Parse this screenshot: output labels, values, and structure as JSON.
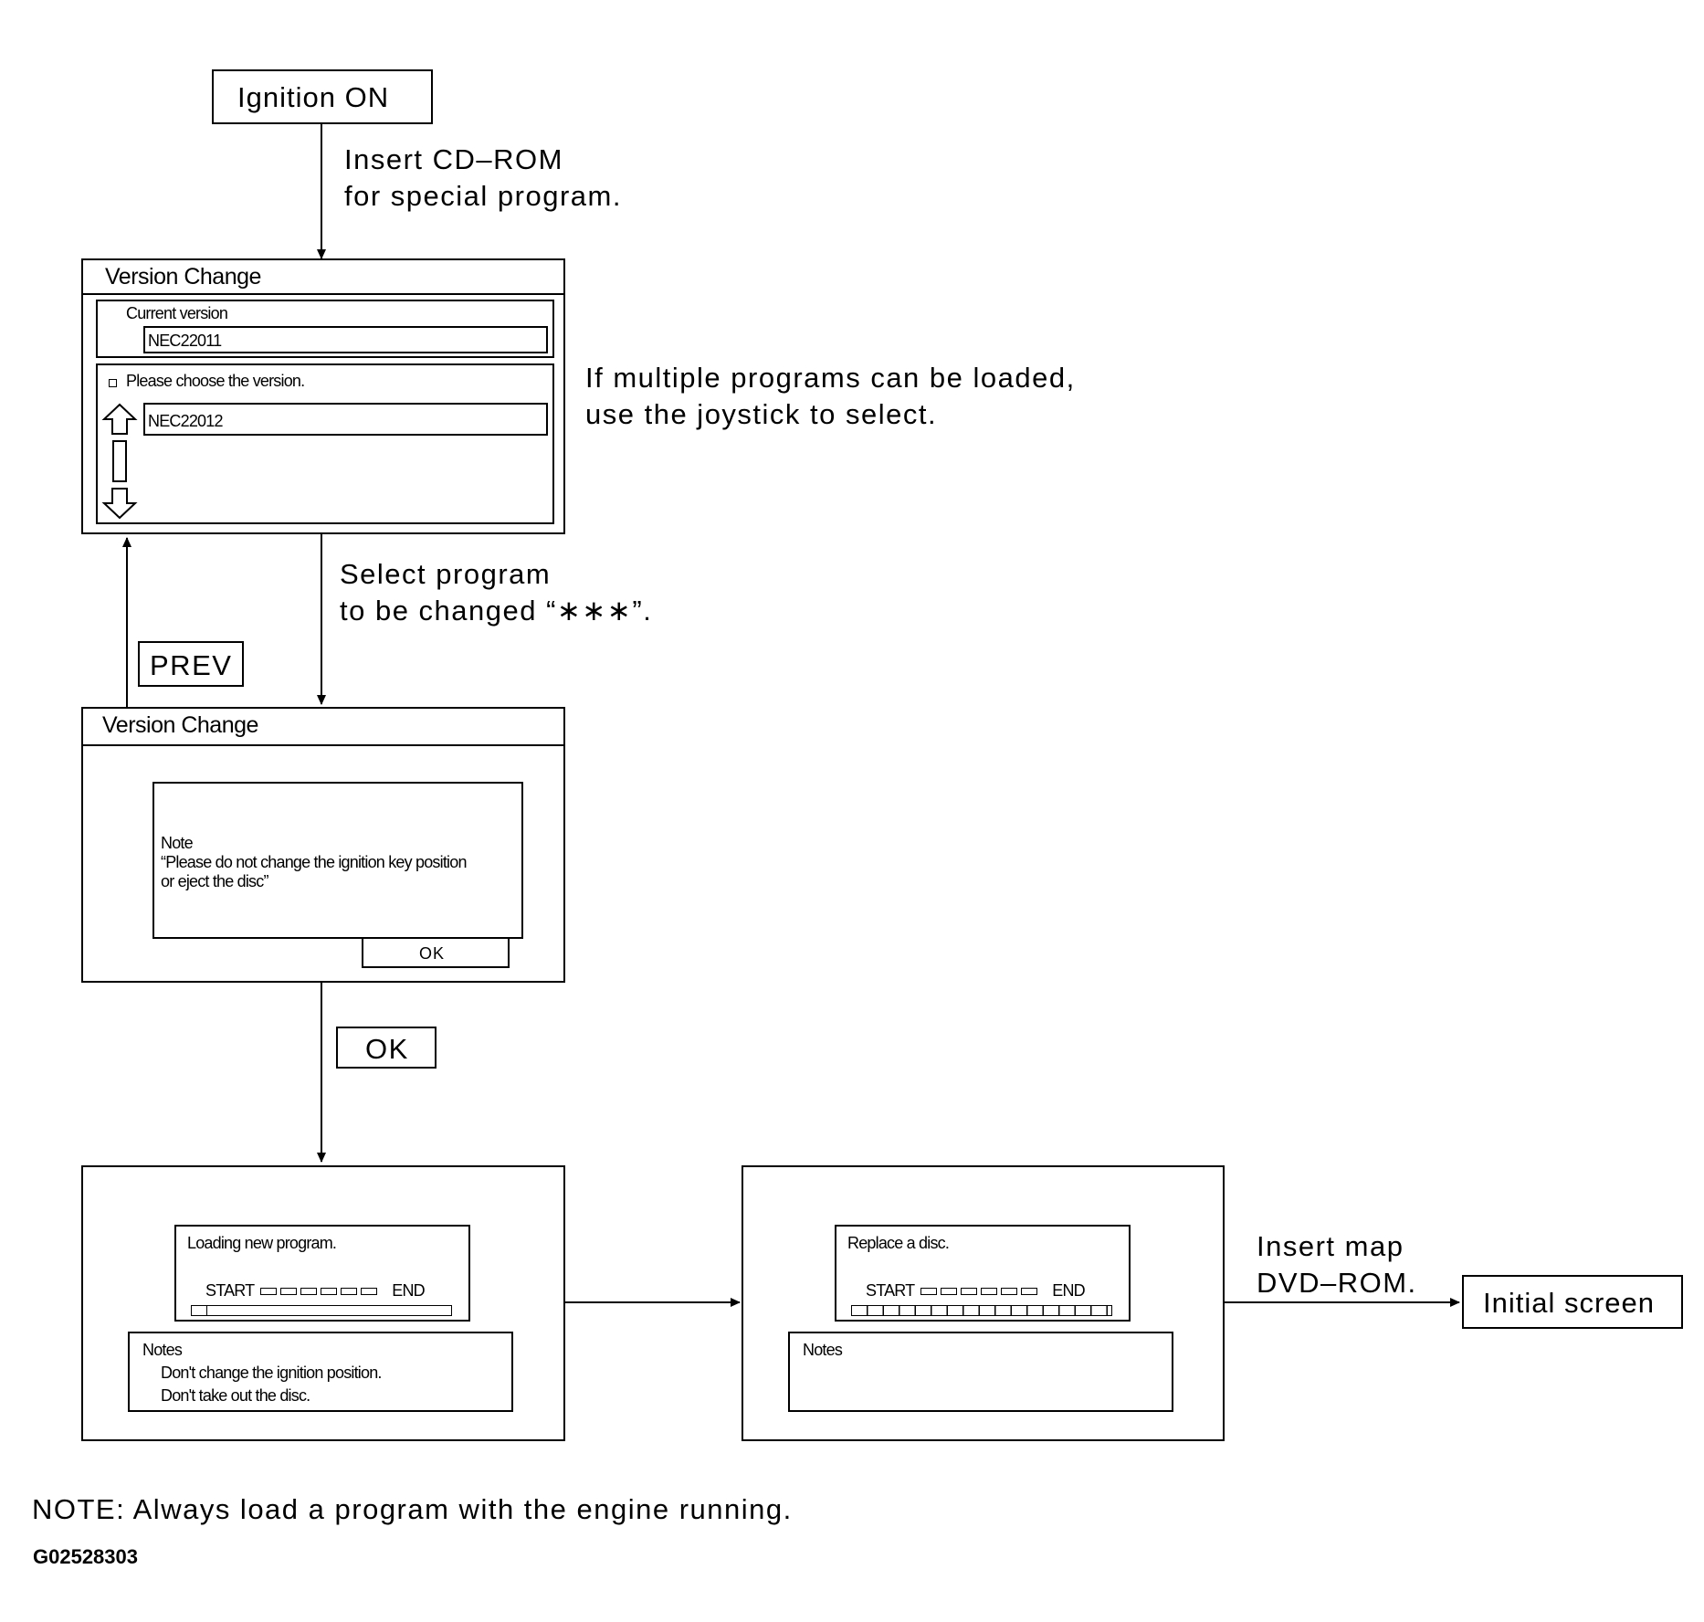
{
  "flow": {
    "ignition_on": "Ignition ON",
    "insert_cdrom_line1": "Insert CD–ROM",
    "insert_cdrom_line2": "for special program.",
    "multiple_programs_line1": "If multiple programs can be loaded,",
    "multiple_programs_line2": "use the joystick to select.",
    "select_program_line1": "Select program",
    "select_program_line2": "to be changed “∗∗∗”.",
    "prev_button": "PREV",
    "ok_button": "OK",
    "insert_map_line1": "Insert map",
    "insert_map_line2": "DVD–ROM.",
    "initial_screen": "Initial screen"
  },
  "screen1": {
    "title": "Version Change",
    "current_version_label": "Current version",
    "current_version_value": "NEC22011",
    "choose_label": "Please choose the version.",
    "choose_value": "NEC22012"
  },
  "screen2": {
    "title": "Version Change",
    "note_heading": "Note",
    "note_line1": "“Please do not change the ignition key position",
    "note_line2": "or eject the disc”",
    "ok_label": "OK"
  },
  "screen3": {
    "status": "Loading new program.",
    "start_label": "START",
    "end_label": "END",
    "progress": 0.06,
    "notes_heading": "Notes",
    "notes_line1": "Don't change the ignition position.",
    "notes_line2": "Don't take out the disc."
  },
  "screen4": {
    "status": "Replace a disc.",
    "start_label": "START",
    "end_label": "END",
    "notes_heading": "Notes"
  },
  "footer": {
    "note": "NOTE: Always load a program with the engine running.",
    "figure_id": "G02528303"
  }
}
